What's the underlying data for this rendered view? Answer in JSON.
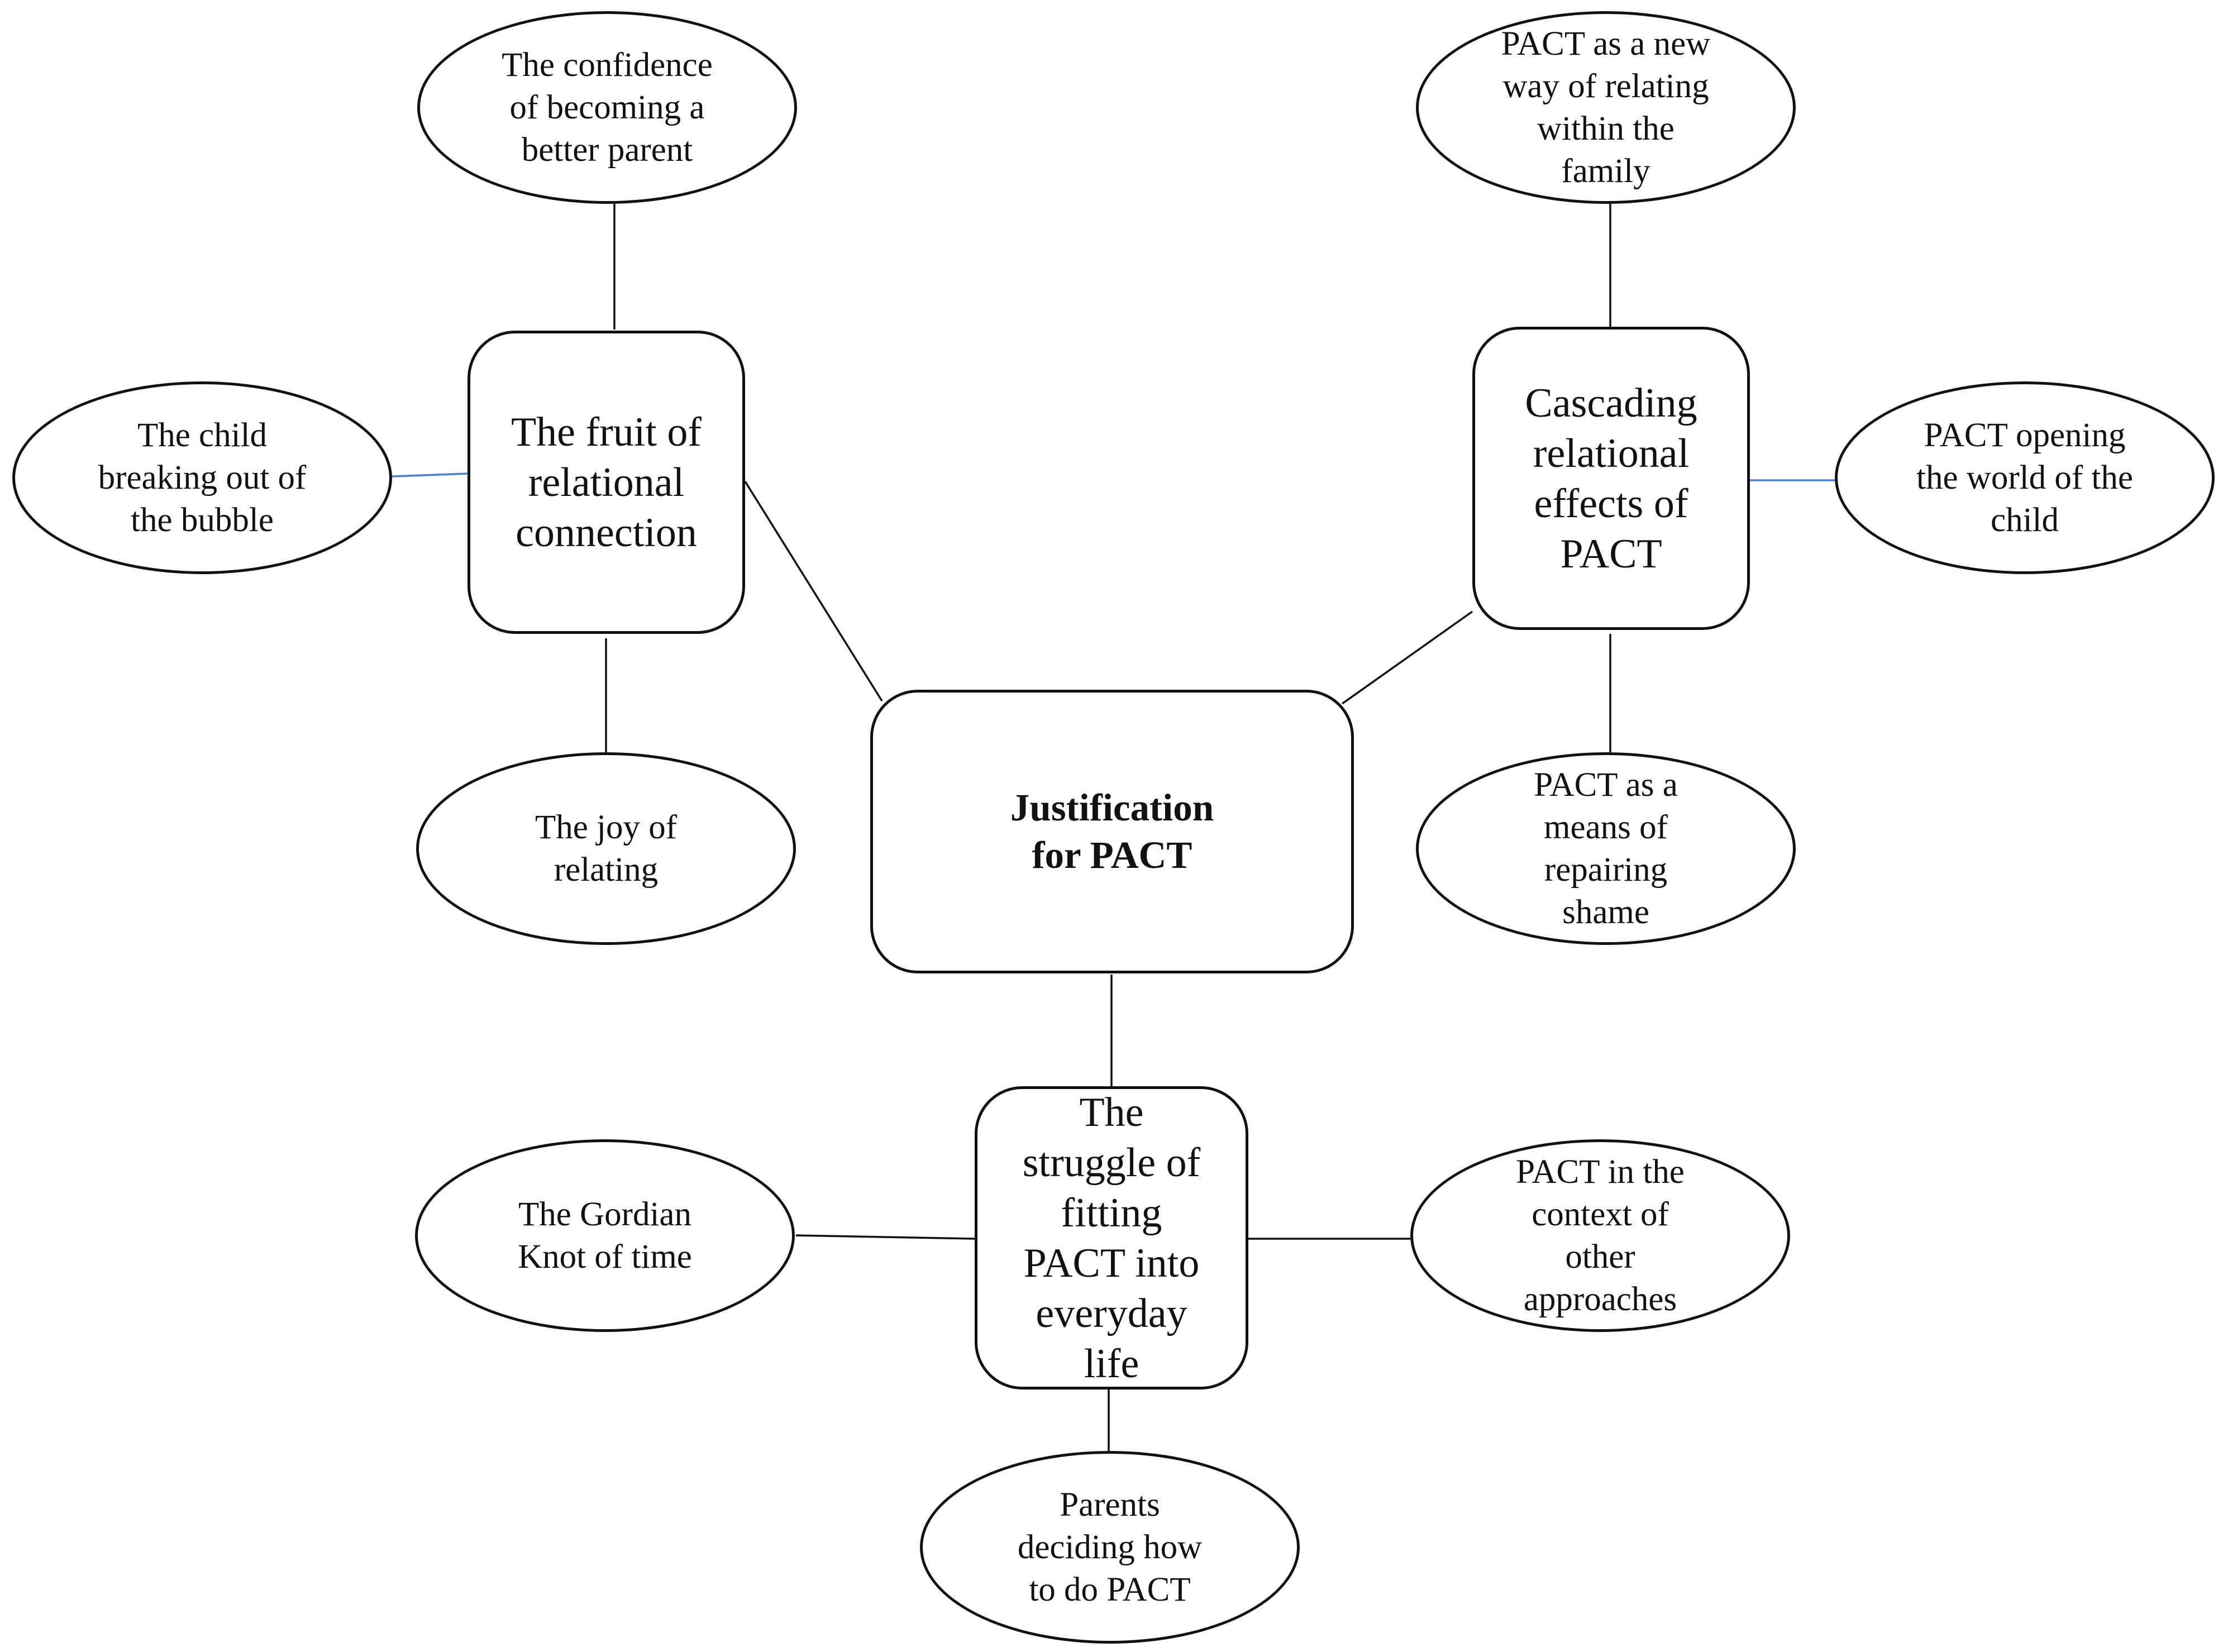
{
  "diagram": {
    "central": {
      "label": "Justification for PACT"
    },
    "themes": {
      "fruit": {
        "label": "The fruit of relational connection"
      },
      "cascading": {
        "label": "Cascading relational effects of PACT"
      },
      "struggle": {
        "label": "The struggle of fitting PACT into everyday life"
      }
    },
    "subthemes": {
      "confidence": {
        "label": "The confidence of becoming a better parent"
      },
      "child_bubble": {
        "label": "The child breaking out of the bubble"
      },
      "joy": {
        "label": "The joy of relating"
      },
      "new_way": {
        "label": "PACT as a new way of relating within the family"
      },
      "opening_world": {
        "label": "PACT opening the world of the child"
      },
      "shame": {
        "label": "PACT as a means of repairing shame"
      },
      "gordian": {
        "label": "The Gordian Knot of time"
      },
      "other_approaches": {
        "label": "PACT in the context of other approaches"
      },
      "parents_deciding": {
        "label": "Parents deciding how to do PACT"
      }
    },
    "colors": {
      "line": "#111111",
      "accent_line": "#4a7fd4",
      "fill": "#ffffff"
    }
  }
}
